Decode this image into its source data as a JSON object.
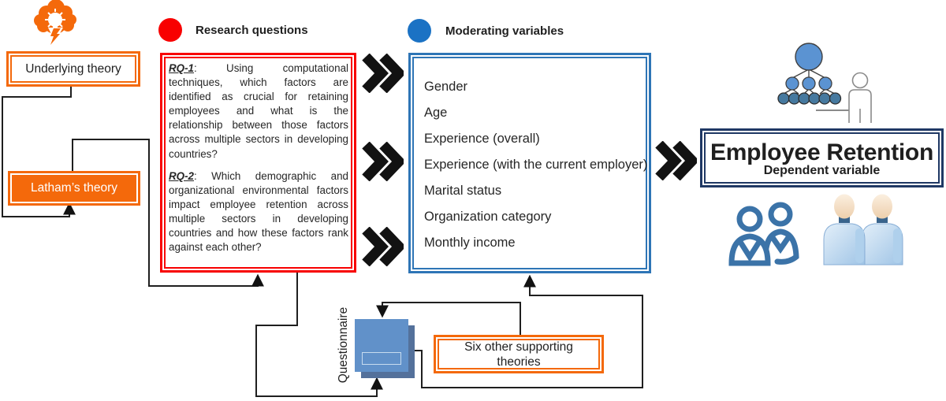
{
  "legend": {
    "research_questions": "Research questions",
    "moderating_variables": "Moderating variables"
  },
  "theory": {
    "underlying": "Underlying theory",
    "latham": "Latham’s theory",
    "supporting": "Six other supporting theories"
  },
  "research_questions": {
    "rq1": {
      "label": "RQ-1",
      "body": ": Using computational techniques, which factors are identified as crucial for retaining employees and what is the relationship between those factors across multiple sectors in developing countries?"
    },
    "rq2": {
      "label": "RQ-2",
      "body": ": Which demographic and organizational environmental factors impact employee retention across multiple sectors in developing countries and how these factors rank against each other?"
    }
  },
  "moderators": [
    "Gender",
    "Age",
    "Experience (overall)",
    "Experience (with the current employer)",
    "Marital status",
    "Organization category",
    "Monthly income"
  ],
  "outcome": {
    "title": "Employee Retention",
    "subtitle": "Dependent variable"
  },
  "questionnaire_label": "Questionnaire",
  "icons": {
    "top_left": "brainstorm-icon",
    "research_questions_bullet": "red-circle-icon",
    "moderating_variables_bullet": "blue-circle-icon",
    "flow_arrows": "double-chevron-icon",
    "above_outcome": "org-hierarchy-person-icon",
    "questionnaire": "questionnaire-sheet-icon",
    "below_outcome_left": "two-people-outline-icon",
    "below_outcome_right": "two-people-3d-icon"
  },
  "colors": {
    "orange": "#F4690B",
    "red": "#F80000",
    "blue": "#1B72C4",
    "blue_border": "#2E75B6",
    "navy": "#1F3864",
    "line": "#1A1A1A"
  }
}
